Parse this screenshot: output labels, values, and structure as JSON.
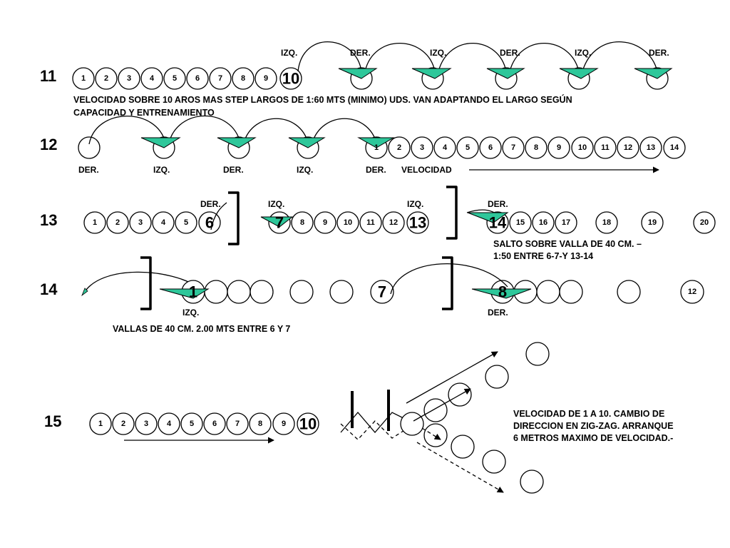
{
  "drill_11": {
    "number": "11",
    "ball_labels": [
      "1",
      "2",
      "3",
      "4",
      "5",
      "6",
      "7",
      "8",
      "9"
    ],
    "big_label": "10",
    "side_labels": [
      "IZQ.",
      "DER.",
      "IZQ.",
      "DER.",
      "IZQ.",
      "DER."
    ],
    "note_line1": "VELOCIDAD SOBRE 10 AROS MAS STEP LARGOS DE 1:60 MTS (MINIMO) UDS. VAN ADAPTANDO EL LARGO SEGÚN",
    "note_line2": "CAPACIDAD Y ENTRENAMIENTO"
  },
  "drill_12": {
    "number": "12",
    "ball_labels": [
      "1",
      "2",
      "3",
      "4",
      "5",
      "6",
      "7",
      "8",
      "9",
      "10",
      "11",
      "12",
      "13",
      "14"
    ],
    "side_labels": [
      "DER.",
      "IZQ.",
      "DER.",
      "IZQ.",
      "DER."
    ],
    "speed_label": "VELOCIDAD"
  },
  "drill_13": {
    "number": "13",
    "ball_labels": [
      "1",
      "2",
      "3",
      "4",
      "5",
      "8",
      "9",
      "10",
      "11",
      "12",
      "15",
      "16",
      "17",
      "18",
      "19",
      "20"
    ],
    "big_labels": [
      "6",
      "7",
      "13",
      "14"
    ],
    "side_labels": [
      "DER.",
      "IZQ.",
      "IZQ.",
      "DER."
    ],
    "note_line1": "SALTO SOBRE VALLA DE 40 CM. –",
    "note_line2": "1:50 ENTRE 6-7-Y 13-14"
  },
  "drill_14": {
    "number": "14",
    "big_labels": [
      "1",
      "7",
      "8"
    ],
    "ball_labels": [
      "12"
    ],
    "side_labels": [
      "IZQ.",
      "DER."
    ],
    "note": "VALLAS DE 40 CM. 2.00 MTS ENTRE 6 Y 7"
  },
  "drill_15": {
    "number": "15",
    "ball_labels": [
      "1",
      "2",
      "3",
      "4",
      "5",
      "6",
      "7",
      "8",
      "9"
    ],
    "big_label": "10",
    "note_line1": "VELOCIDAD DE 1 A 10. CAMBIO DE",
    "note_line2": "DIRECCION EN ZIG-ZAG. ARRANQUE",
    "note_line3": "6 METROS MAXIMO DE VELOCIDAD.-"
  },
  "colors": {
    "marker": "#2ec79a",
    "ink": "#000000"
  }
}
